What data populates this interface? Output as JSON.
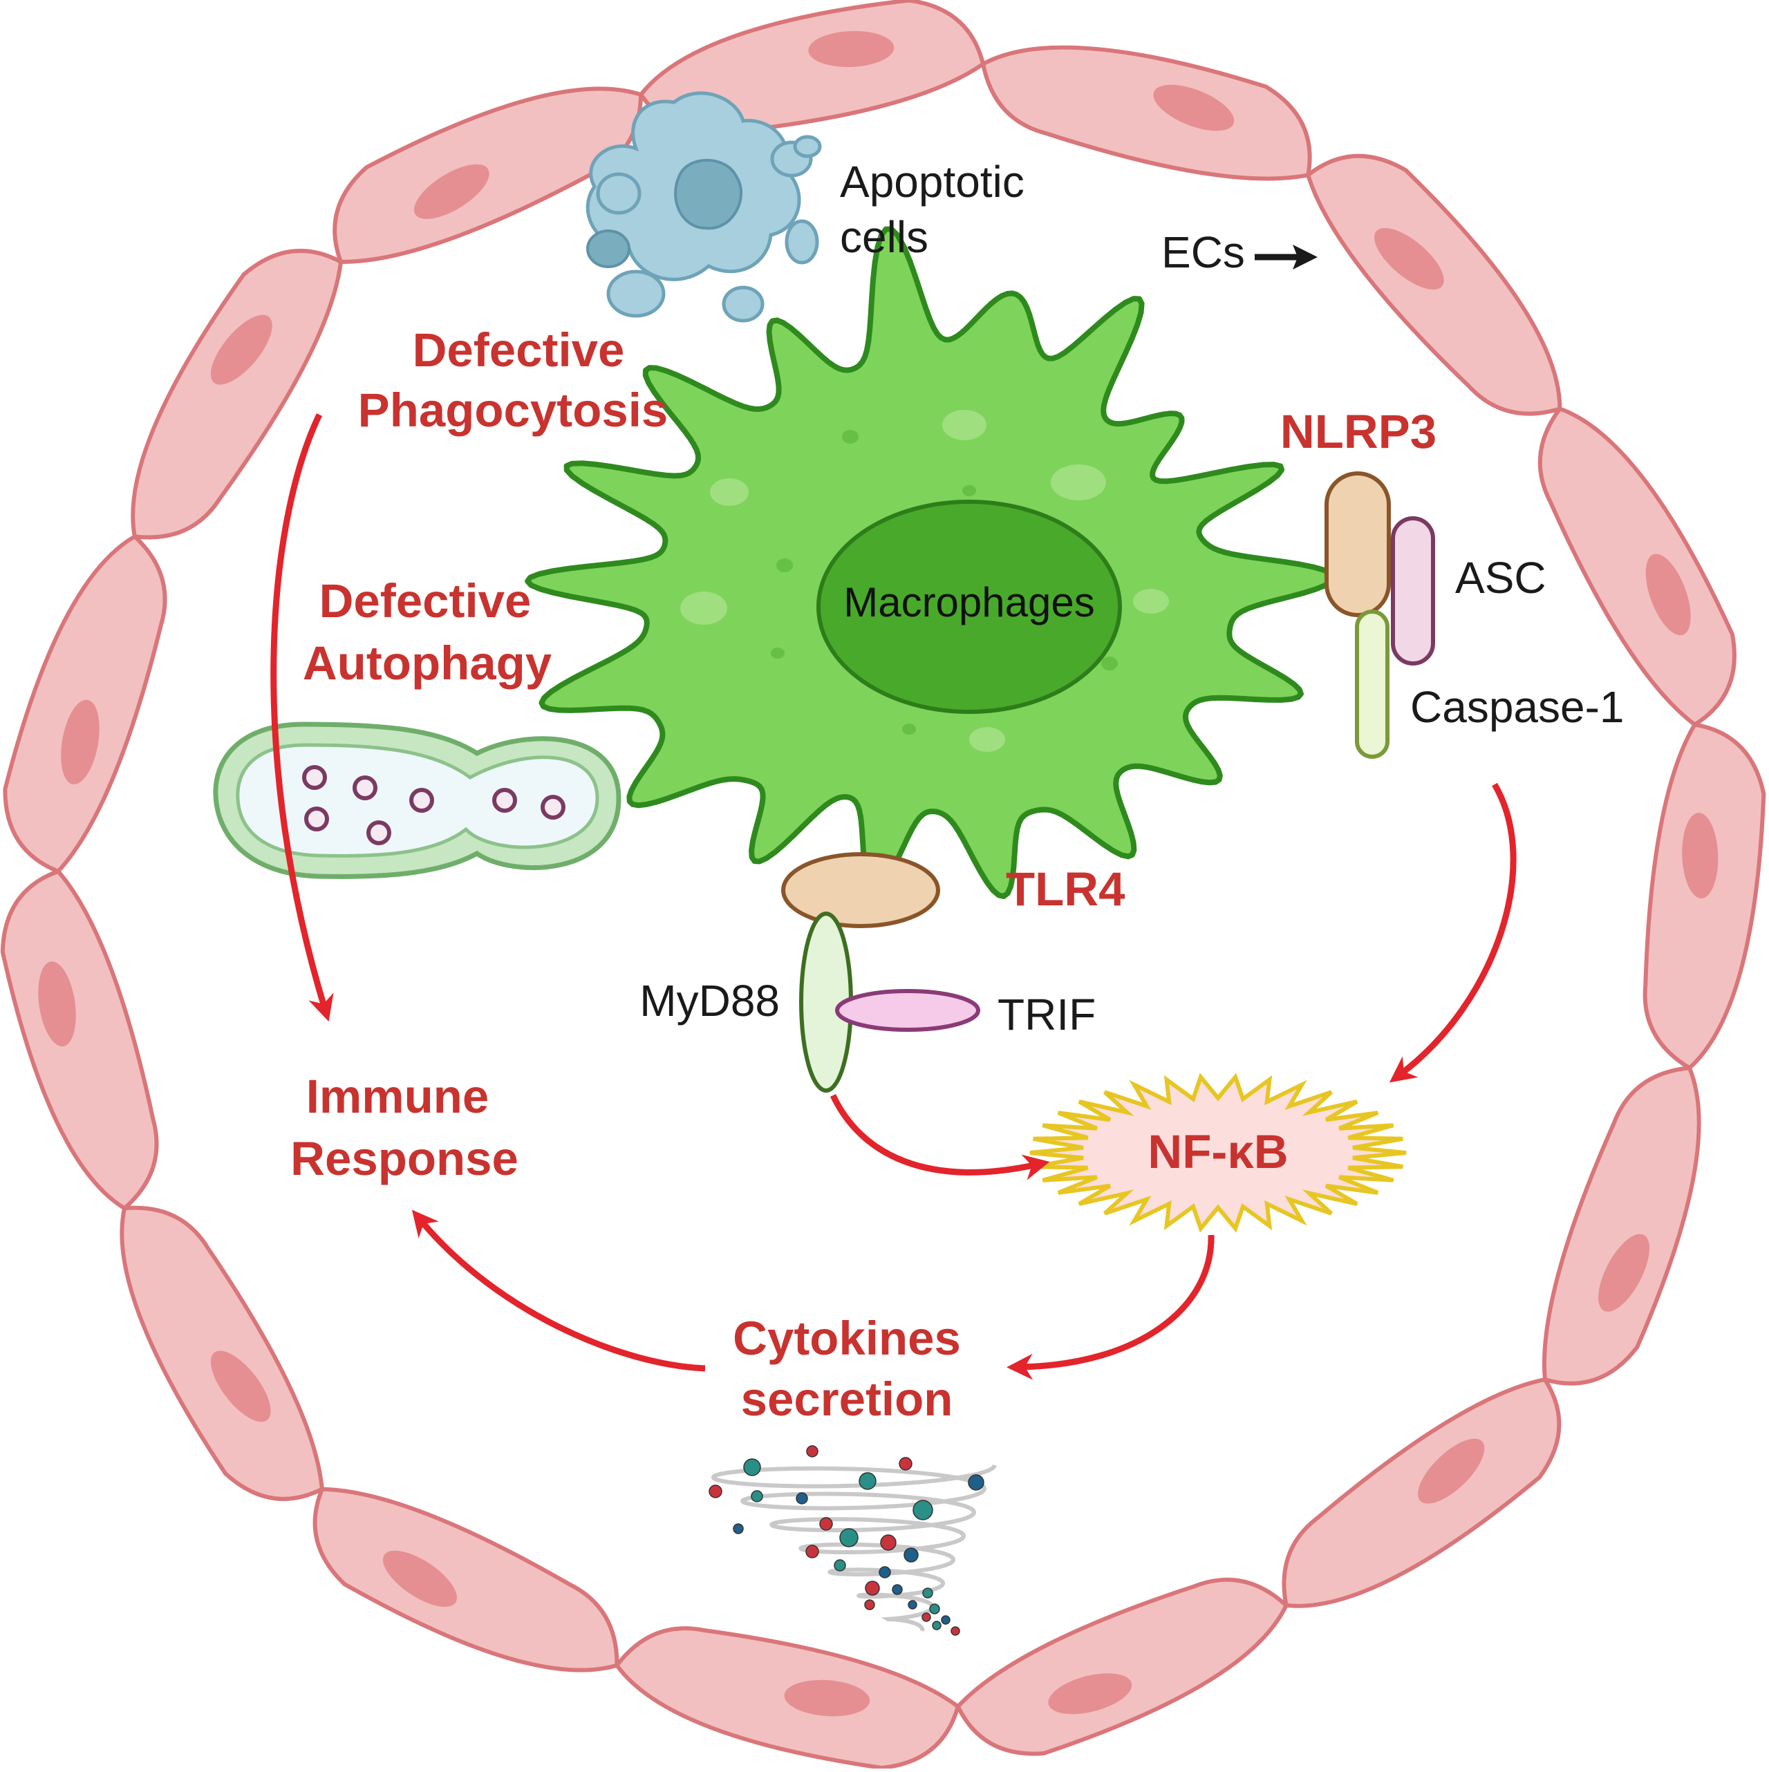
{
  "labels": {
    "apoptotic_line1": "Apoptotic",
    "apoptotic_line2": "cells",
    "ecs": "ECs",
    "defective_phagocytosis_line1": "Defective",
    "defective_phagocytosis_line2": "Phagocytosis",
    "defective_autophagy_line1": "Defective",
    "defective_autophagy_line2": "Autophagy",
    "macrophages": "Macrophages",
    "nlrp3": "NLRP3",
    "asc": "ASC",
    "caspase1": "Caspase-1",
    "tlr4": "TLR4",
    "myd88": "MyD88",
    "trif": "TRIF",
    "immune_line1": "Immune",
    "immune_line2": "Response",
    "nfkb": "NF-κB",
    "cytokines_line1": "Cytokines",
    "cytokines_line2": "secretion"
  },
  "colors": {
    "red_label": "#c8332f",
    "arrow_red": "#e3242b",
    "vessel_fill": "#f2c0c0",
    "vessel_stroke": "#d9767a",
    "nucleus_ec": "#e58f92",
    "macrophage_fill": "#7ed35a",
    "macrophage_stroke": "#2f8a1e",
    "nucleus_mac": "#49a92b",
    "apoptotic_fill": "#a8cfdd",
    "apoptotic_stroke": "#6ea3b8",
    "tlr_fill": "#efd2b0",
    "tlr_stroke": "#8a5528",
    "myd_fill": "#e3f4d8",
    "myd_stroke": "#3f6e22",
    "trif_fill": "#f6cbe9",
    "trif_stroke": "#8a3b77",
    "asc_fill": "#f2d8e6",
    "asc_stroke": "#7a3a62",
    "casp_fill": "#ebf6d4",
    "casp_stroke": "#7a9a3a",
    "nfkb_fill": "#fcdedd",
    "nfkb_stroke": "#e7c623",
    "tornado_red": "#c9343c",
    "tornado_teal": "#2a8f86",
    "tornado_blue": "#1f5f8c"
  }
}
